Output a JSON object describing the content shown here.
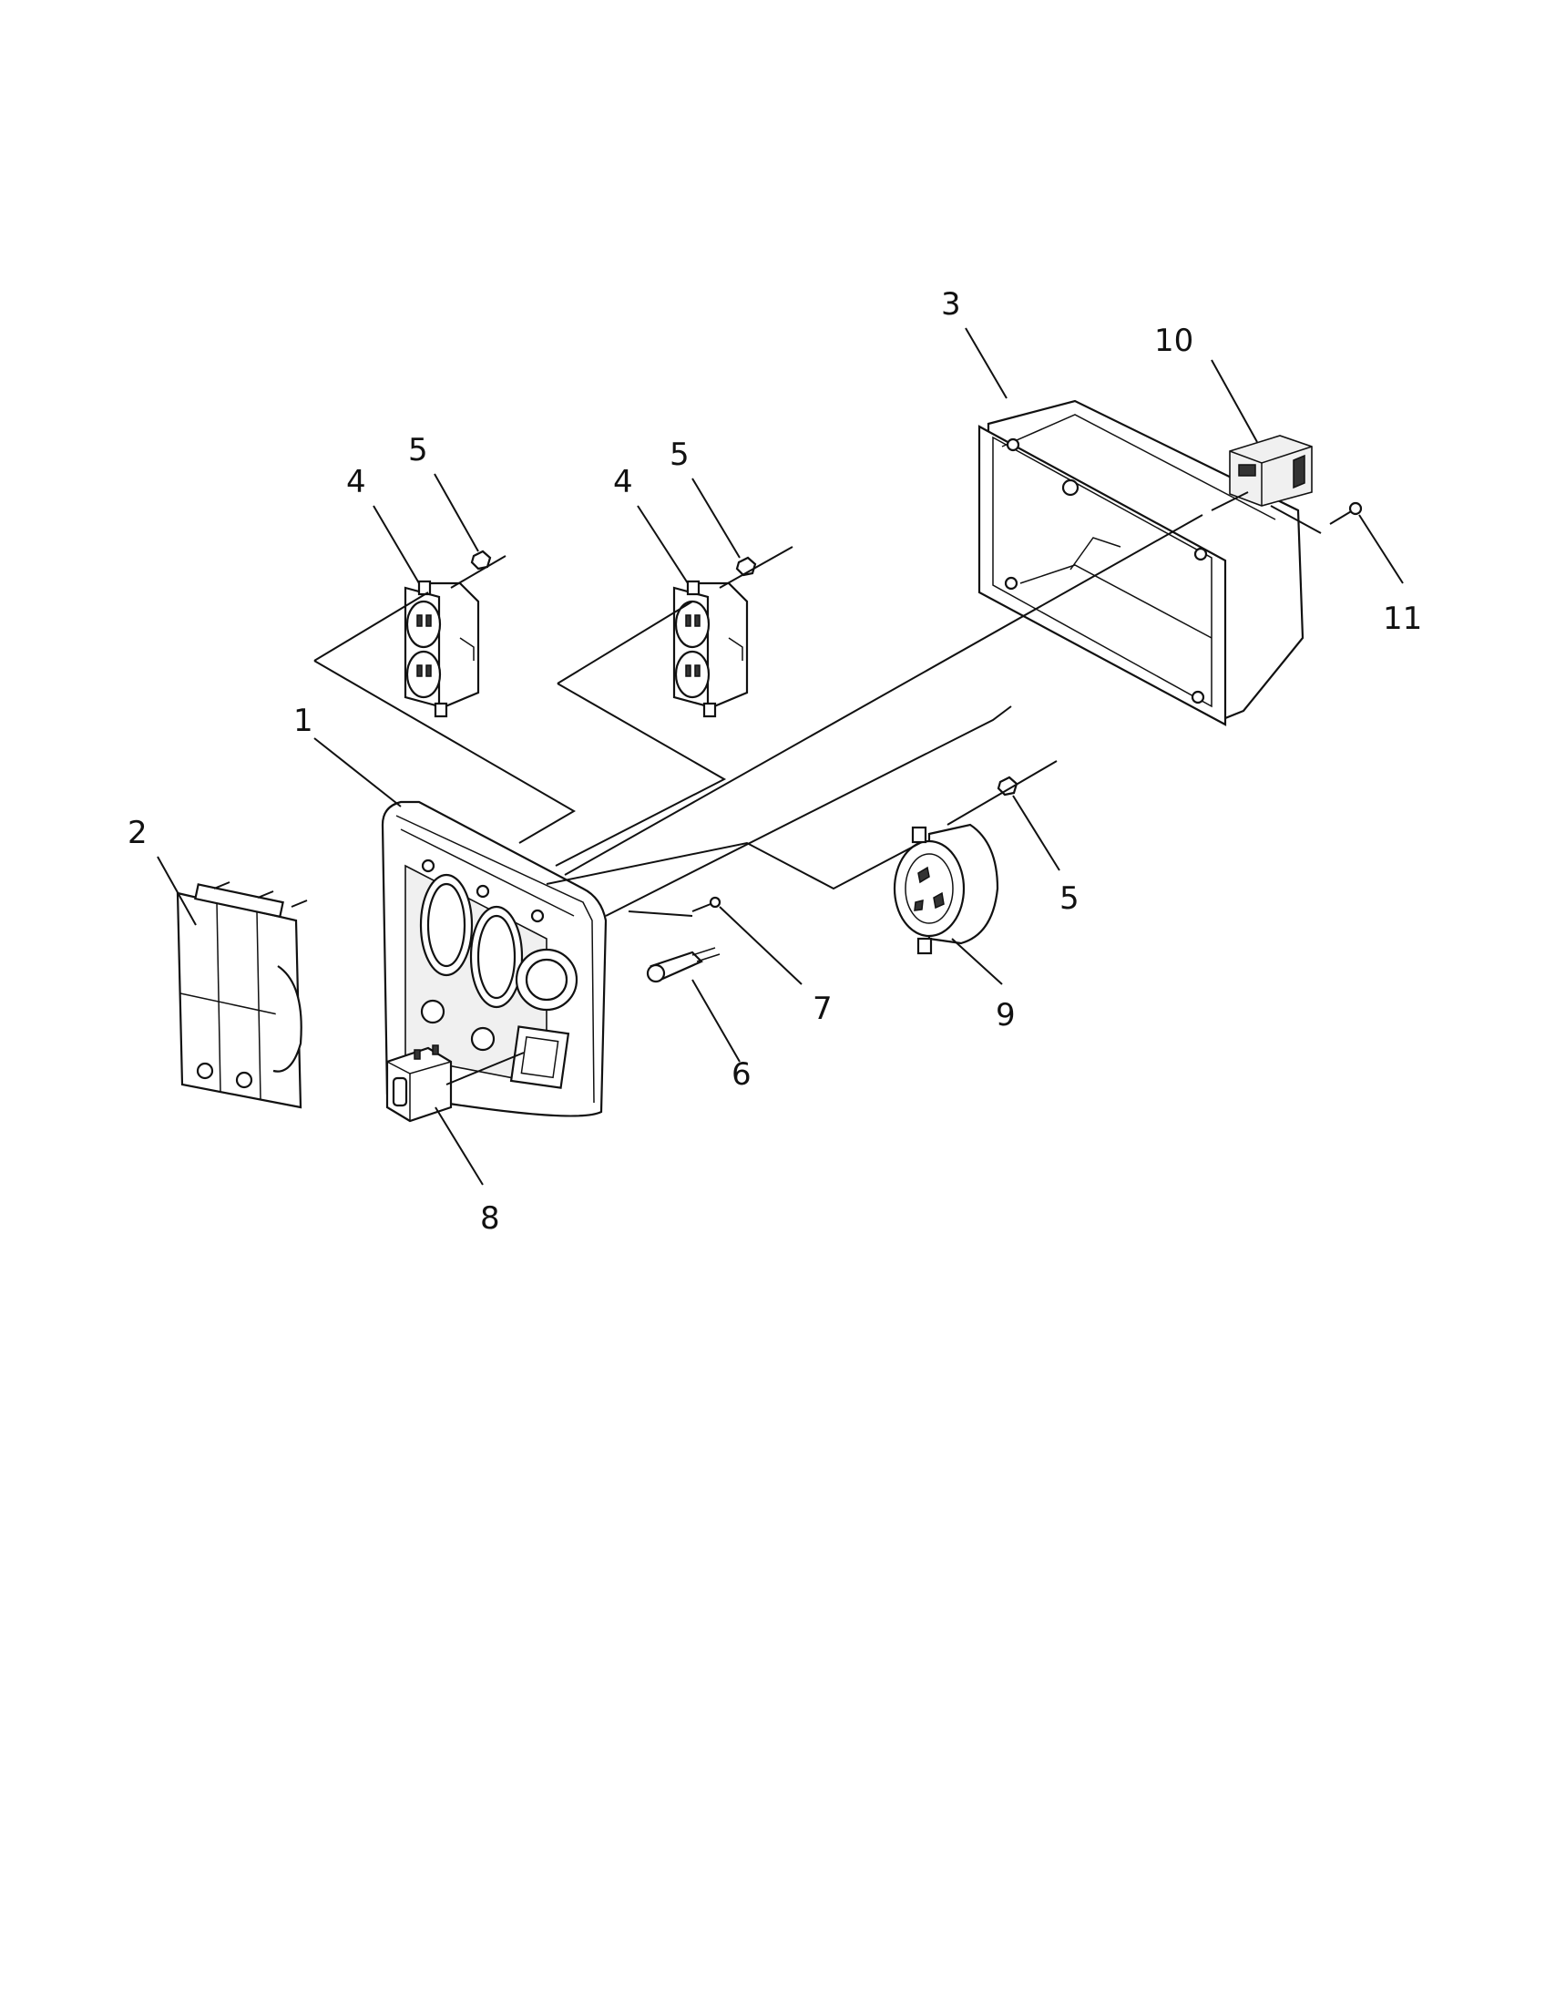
{
  "callouts": {
    "c1": "1",
    "c2": "2",
    "c3": "3",
    "c4a": "4",
    "c4b": "4",
    "c5a": "5",
    "c5b": "5",
    "c5c": "5",
    "c6": "6",
    "c7": "7",
    "c8": "8",
    "c9": "9",
    "c10": "10",
    "c11": "11"
  },
  "line_color": "#111111",
  "background_color": "#ffffff"
}
